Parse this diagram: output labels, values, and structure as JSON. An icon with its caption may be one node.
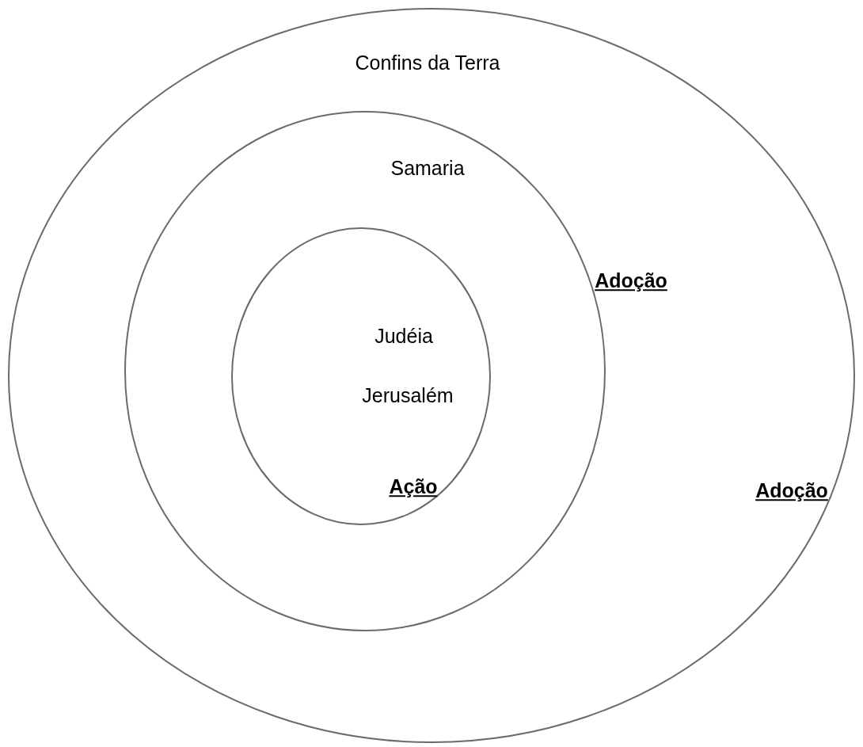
{
  "diagram": {
    "nodes": [
      {
        "text": [
          "Confins da Terra",
          "Adoção"
        ]
      },
      {
        "text": [
          "Samaria",
          "Adoção"
        ],
        "in": 0
      },
      {
        "text": [
          "Judéia",
          "Jerusalém",
          "Ação"
        ],
        "in": 1
      }
    ]
  }
}
